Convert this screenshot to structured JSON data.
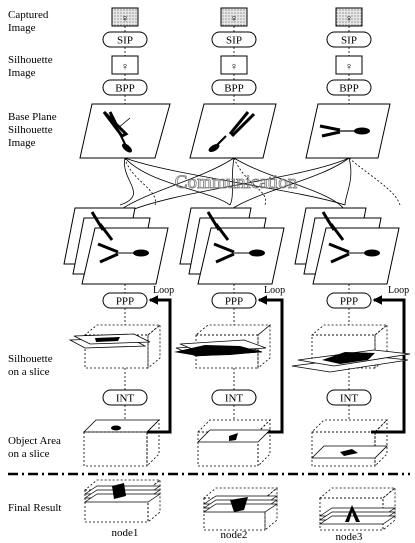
{
  "labels": {
    "captured_1": "Captured",
    "captured_2": "Image",
    "silhouette_1": "Silhouette",
    "silhouette_2": "Image",
    "base_1": "Base Plane",
    "base_2": "Silhouette",
    "base_3": "Image",
    "slice_1": "Silhouette",
    "slice_2": "on a slice",
    "area_1": "Object Area",
    "area_2": "on a slice",
    "final": "Final Result"
  },
  "steps": {
    "sip": "SIP",
    "bpp": "BPP",
    "ppp": "PPP",
    "int": "INT"
  },
  "communication": "Communication",
  "loop": "Loop",
  "nodes": [
    "node1",
    "node2",
    "node3"
  ]
}
